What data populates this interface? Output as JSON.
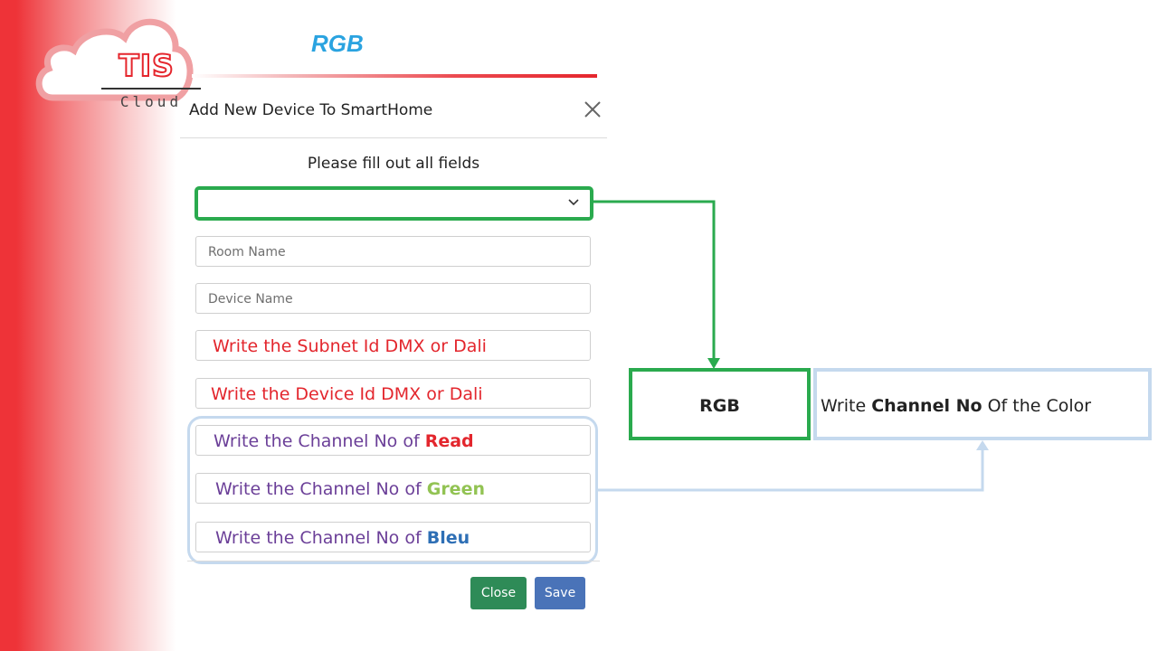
{
  "brand": {
    "logo_text": "TIS",
    "logo_subtext": "Cloud",
    "accent_red": "#e5262d",
    "accent_green": "#2aaa4e",
    "accent_light_blue": "#c5d9ee",
    "heading_blue": "#2aa3e0"
  },
  "page": {
    "heading": "RGB"
  },
  "modal": {
    "title": "Add New Device To SmartHome",
    "close_icon": "close-icon",
    "subtitle": "Please fill out all fields",
    "device_type_select": {
      "value": "",
      "icon": "chevron-down-icon"
    },
    "room_name": {
      "placeholder": "Room Name",
      "value": ""
    },
    "device_name": {
      "placeholder": "Device Name",
      "value": ""
    },
    "hints": {
      "subnet_id": "Write the Subnet Id DMX or Dali",
      "device_id": "Write the Device Id DMX or Dali",
      "channel_prefix": "Write the Channel No of",
      "red_word": "Read",
      "green_word": "Green",
      "blue_word": "Bleu"
    },
    "hint_colors": {
      "red": "#e3262d",
      "purple": "#6b3f98",
      "green": "#92c353",
      "blue": "#2e6fb5"
    },
    "buttons": {
      "close_label": "Close",
      "save_label": "Save"
    }
  },
  "annotation": {
    "device_type_label": "RGB",
    "description_prefix": "Write",
    "description_bold": "Channel No",
    "description_suffix": "Of the Color"
  }
}
